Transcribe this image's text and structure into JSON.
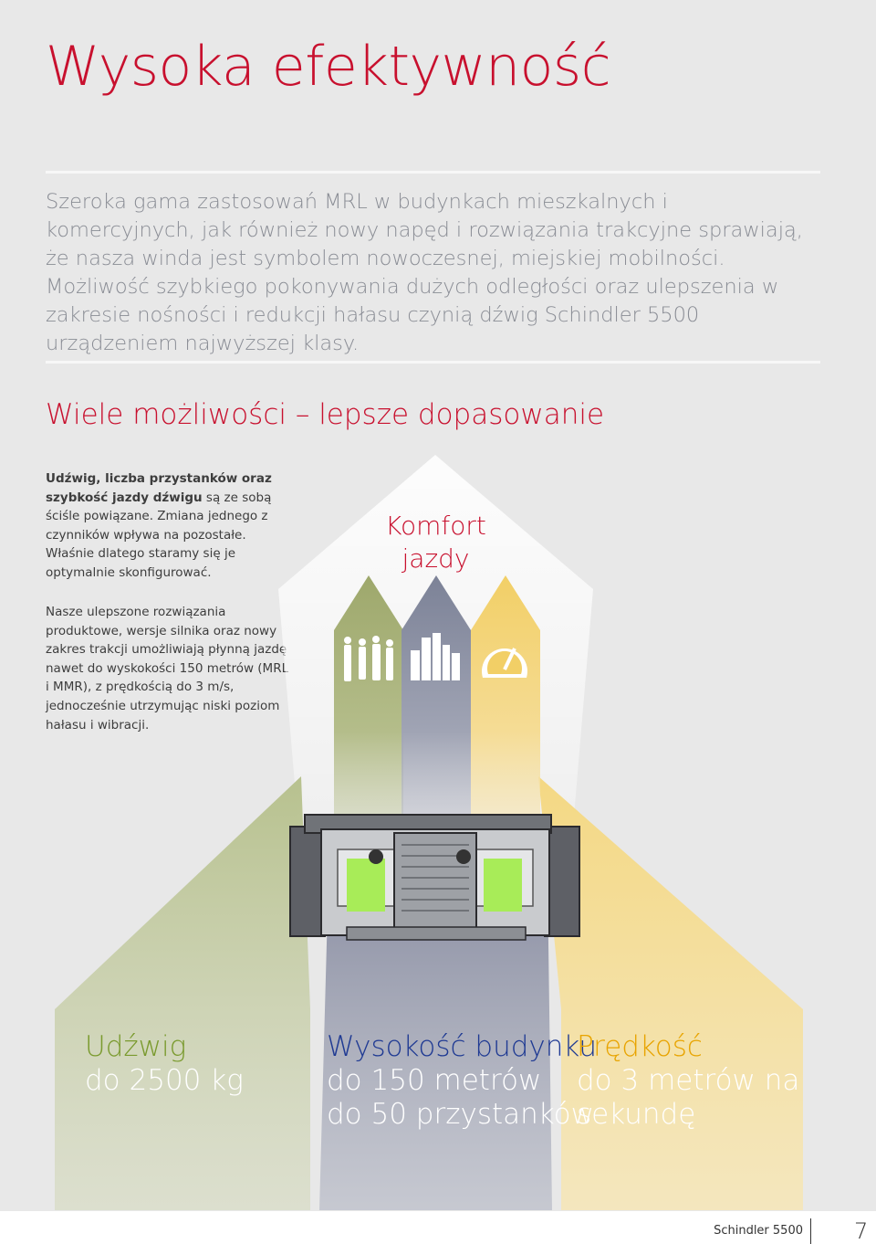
{
  "page": {
    "title": "Wysoka efektywność",
    "intro": "Szeroka gama zastosowań MRL w budynkach mieszkalnych i komercyjnych, jak również nowy napęd i rozwiązania trakcyjne sprawiają, że nasza winda jest symbolem nowoczesnej, miejskiej mobilności. Możliwość szybkiego pokonywania dużych odległości oraz ulepszenia w zakresie nośności i redukcji hałasu czynią dźwig Schindler 5500 urządzeniem najwyższej klasy.",
    "subheading": "Wiele możliwości – lepsze dopasowanie"
  },
  "text_column": {
    "p1_bold_1": "Udźwig, liczba przystanków oraz",
    "p1_bold_2": "szybkość jazdy dźwigu",
    "p1_rest": " są ze sobą ściśle powiązane. Zmiana jednego z czynników wpływa na pozostałe. Właśnie dlatego staramy się je optymalnie skonfigurować.",
    "p2": "Nasze ulepszone rozwiązania produktowe, wersje silnika oraz nowy zakres trakcji umożliwiają płynną jazdę nawet do wyskokości 150 metrów (MRL i MMR), z prędkością do 3 m/s, jednocześnie utrzymując niski poziom hałasu i wibracji."
  },
  "diagram": {
    "top_label_1": "Komfort",
    "top_label_2": "jazdy",
    "icons": [
      "people-icon",
      "buildings-icon",
      "speedometer-icon"
    ],
    "columns": [
      {
        "title": "Udźwig",
        "value": "do 2500 kg"
      },
      {
        "title": "Wysokość budynku",
        "value": "do 150 metrów",
        "value2": "do 50 przystanków"
      },
      {
        "title": "Prędkość",
        "value": "do 3 metrów na",
        "value2": "sekundę"
      }
    ],
    "colors": {
      "green": "#a3ad75",
      "grey": "#8e93a6",
      "yellow": "#f0d47a",
      "red": "#c8102e"
    }
  },
  "footer": {
    "brand": "Schindler 5500",
    "page_number": "7"
  }
}
